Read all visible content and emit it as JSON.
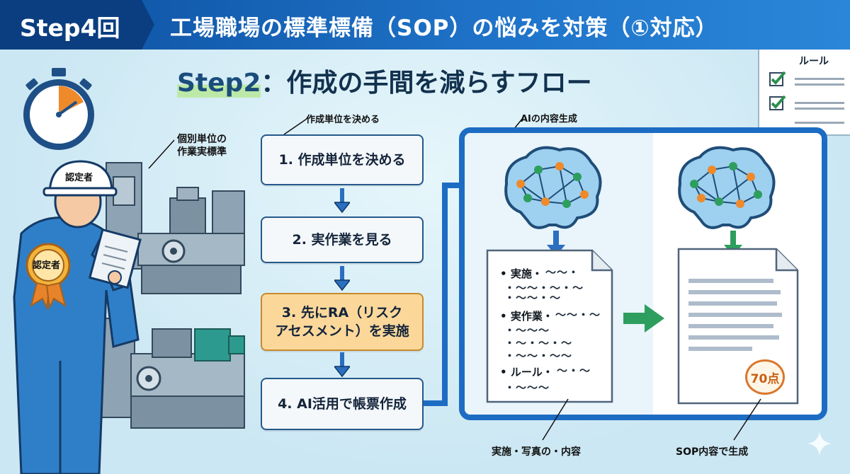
{
  "header": {
    "badge": "Step4回",
    "title": "工場職場の標準標備（SOP）の悩みを対策（①対応）"
  },
  "subtitle": {
    "step": "Step2",
    "text": "：作成の手間を減らすフロー"
  },
  "rules_card": {
    "title": "ルール"
  },
  "left": {
    "unit_label_line1": "個別単位の",
    "unit_label_line2": "作業実標準",
    "helmet_label": "認定者",
    "badge_label": "認定者"
  },
  "flow": {
    "top_label": "作成単位を決める",
    "steps": [
      {
        "label": "1. 作成単位を決める"
      },
      {
        "label": "2. 実作業を見る"
      },
      {
        "label_line1": "3. 先にRA（リスク",
        "label_line2": "アセスメント）を実施"
      },
      {
        "label": "4. AI活用で帳票作成"
      }
    ]
  },
  "ai_panel": {
    "top_label": "AIの内容生成",
    "doc_items": [
      "実施・",
      "実作業・",
      "ルール・"
    ],
    "bottom_left_label": "実施・写真の・内容",
    "bottom_right_label": "SOP内容で生成",
    "score": "70点"
  },
  "colors": {
    "header_dark": "#0a3e80",
    "header_blue": "#1f74c9",
    "frame_blue": "#1d6cc3",
    "highlight_orange": "#fbd89a",
    "arrow_green": "#2e9e5e",
    "check_green": "#2e8f4e"
  }
}
